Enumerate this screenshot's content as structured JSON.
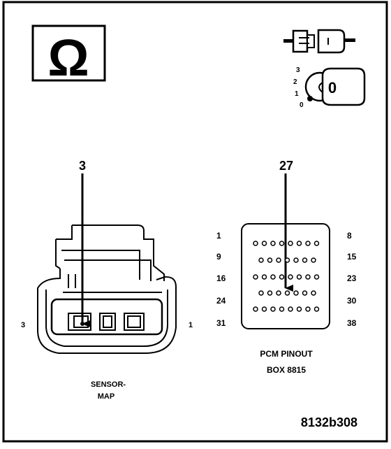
{
  "meter": {
    "symbol": "Ω",
    "icon": "ohmmeter-icon"
  },
  "connector_icon": "disconnected-connector-icon",
  "ignition": {
    "icon": "ignition-key-icon",
    "positions": [
      "3",
      "2",
      "1",
      "0"
    ],
    "key_label": "0"
  },
  "sensor": {
    "probe_label": "3",
    "pin_left": "3",
    "pin_right": "1",
    "name_line1": "SENSOR-",
    "name_line2": "MAP"
  },
  "pcm": {
    "probe_label": "27",
    "left_pins": [
      "1",
      "9",
      "16",
      "24",
      "31"
    ],
    "right_pins": [
      "8",
      "15",
      "23",
      "30",
      "38"
    ],
    "title_line1": "PCM PINOUT",
    "title_line2": "BOX 8815",
    "row_counts": [
      8,
      7,
      8,
      7,
      8
    ]
  },
  "figure_id": "8132b308"
}
